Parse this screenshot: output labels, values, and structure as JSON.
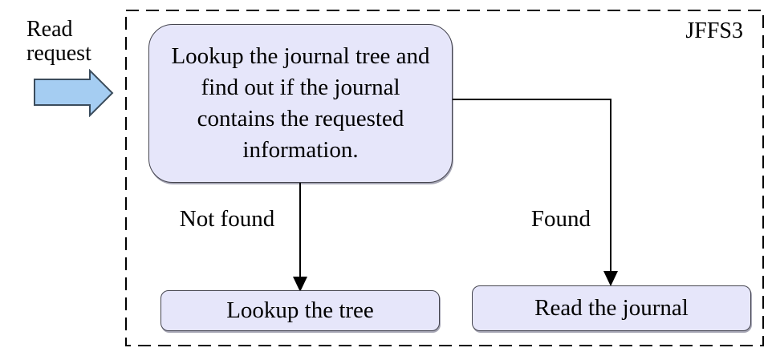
{
  "diagram": {
    "frame_label": "JFFS3",
    "input_label": "Read request",
    "nodes": {
      "lookup_journal": "Lookup the journal tree and find out if the journal contains the requested information.",
      "lookup_tree": "Lookup the tree",
      "read_journal": "Read the journal"
    },
    "edges": {
      "not_found": "Not found",
      "found": "Found"
    },
    "colors": {
      "node_fill": "#e6e6fa",
      "node_border": "#45454f",
      "node_shadow": "#9696a8",
      "block_arrow_fill": "#a5cdf2",
      "block_arrow_border": "#3b4c5c",
      "connector_line": "#000000",
      "dashed_frame": "#000000",
      "background": "#ffffff",
      "text": "#000000"
    }
  }
}
